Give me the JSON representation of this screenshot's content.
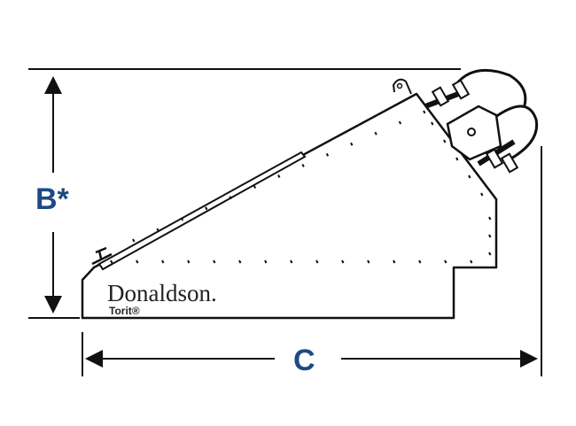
{
  "dimensions": {
    "height_label": "B*",
    "width_label": "C"
  },
  "logo": {
    "brand": "Donaldson.",
    "sub": "Torit®"
  },
  "colors": {
    "label": "#1d4a82",
    "line": "#111111"
  }
}
